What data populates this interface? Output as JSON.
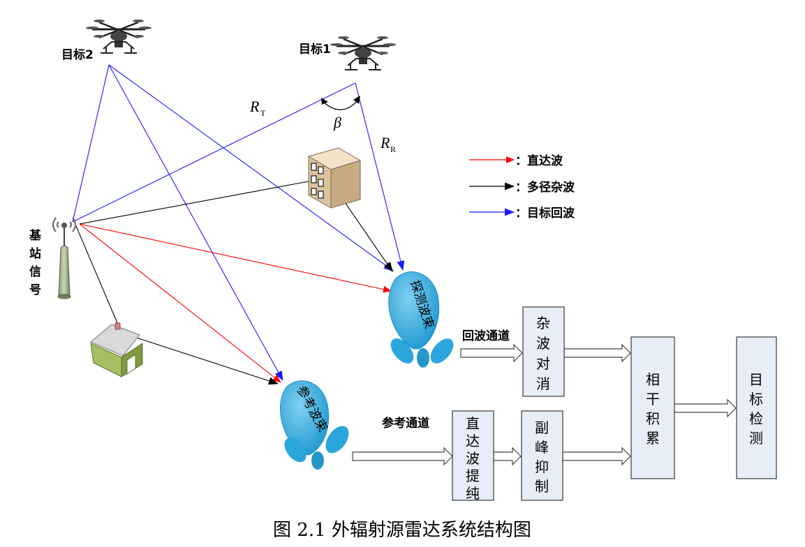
{
  "targets": {
    "target1": "目标1",
    "target2": "目标2"
  },
  "base_station": [
    "基",
    "站",
    "信",
    "号"
  ],
  "symbols": {
    "rt_main": "R",
    "rt_sub": "T",
    "rr_main": "R",
    "rr_sub": "R",
    "beta": "β"
  },
  "legend": {
    "items": [
      {
        "label": "：直达波",
        "color": "#ff0000"
      },
      {
        "label": "：多径杂波",
        "color": "#000000"
      },
      {
        "label": "：目标回波",
        "color": "#0000ff"
      }
    ]
  },
  "beams": {
    "detect": "探测波束",
    "reference": "参考波束"
  },
  "channels": {
    "echo": "回波通道",
    "reference": "参考通道"
  },
  "blocks": {
    "clutter_cancel": [
      "杂",
      "波",
      "对",
      "消"
    ],
    "direct_purify": [
      "直",
      "达",
      "波",
      "提",
      "纯"
    ],
    "sidelobe_suppress": [
      "副",
      "峰",
      "抑",
      "制"
    ],
    "coherent_integration": [
      "相",
      "干",
      "积",
      "累"
    ],
    "target_detection": [
      "目",
      "标",
      "检",
      "测"
    ]
  },
  "caption": "图 2.1 外辐射源雷达系统结构图",
  "colors": {
    "direct": "#ff0000",
    "multipath": "#000000",
    "echo": "#0000ff",
    "block_fill": "#e8eef7",
    "beam": "#2aa6dc"
  }
}
